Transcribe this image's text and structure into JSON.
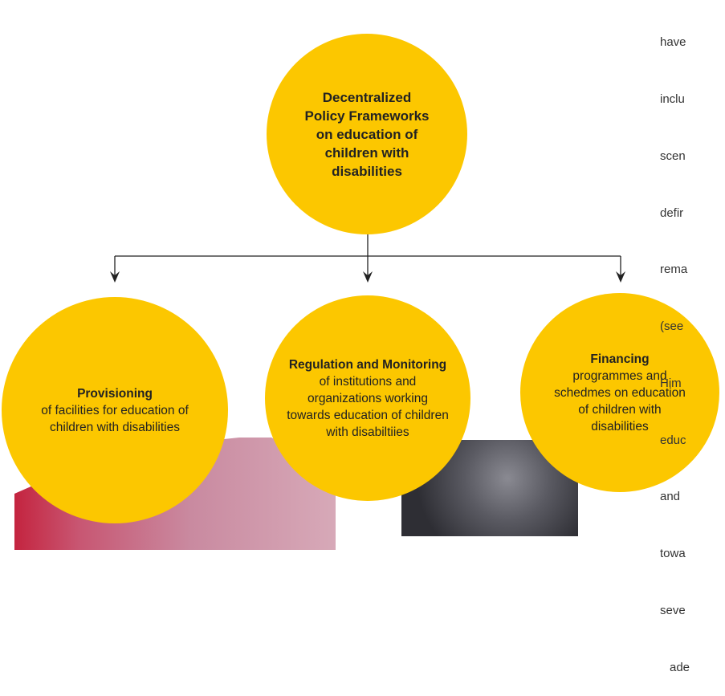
{
  "top_node": {
    "title": "Decentralized Policy Frameworks on education of children with disabilities"
  },
  "branches": [
    {
      "bold": "Provisioning",
      "rest": "of facilities for education of children with disabilities"
    },
    {
      "bold": "Regulation and Monitoring",
      "rest": "of institutions and organizations working towards education of children with disabiltiies"
    },
    {
      "bold": "Financing",
      "rest": "programmes and schedmes on education of children with disabilities"
    }
  ],
  "side_text_fragments": [
    "have",
    "inclu",
    "scen",
    "defir",
    "rema",
    "(see",
    "Him",
    "educ",
    "and",
    "towa",
    "seve",
    "ade"
  ],
  "colors": {
    "node_fill": "#fcc700",
    "connector": "#222222"
  }
}
